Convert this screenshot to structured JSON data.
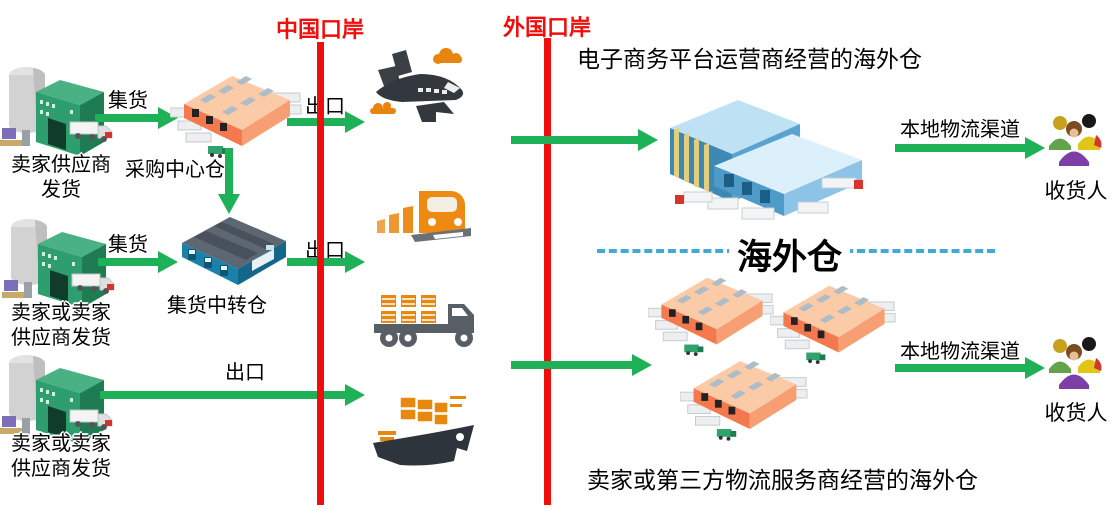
{
  "ports": {
    "china": "中国口岸",
    "foreign": "外国口岸"
  },
  "flows": {
    "rows": [
      {
        "sender_line1": "卖家供应商",
        "sender_line2": "发货",
        "collect": "集货",
        "hub": "采购中心仓",
        "export": "出口"
      },
      {
        "sender_line1": "卖家或卖家",
        "sender_line2": "供应商发货",
        "collect": "集货",
        "hub": "集货中转仓",
        "export": "出口"
      },
      {
        "sender_line1": "卖家或卖家",
        "sender_line2": "供应商发货",
        "export": "出口"
      }
    ]
  },
  "overseas": {
    "platform_title": "电子商务平台运营商经营的海外仓",
    "third_party_title": "卖家或第三方物流服务商经营的海外仓",
    "divider_label": "海外仓",
    "local_channel_top": "本地物流渠道",
    "local_channel_bottom": "本地物流渠道",
    "consignee_top": "收货人",
    "consignee_bottom": "收货人"
  },
  "icons": {
    "supplier": "factory-icon",
    "purchase_hub": "orange-warehouse-icon",
    "transit_hub": "blue-warehouse-icon",
    "air": "cargo-plane-icon",
    "rail": "train-icon",
    "road": "truck-icon",
    "sea": "container-ship-icon",
    "platform_warehouse": "large-blue-warehouse-icon",
    "third_party_warehouse": "orange-warehouse-icon",
    "consignee": "people-group-icon"
  },
  "colors": {
    "arrow_green": "#1EB157",
    "port_red": "#F20D0D",
    "divider_blue": "#3FA9DC"
  }
}
